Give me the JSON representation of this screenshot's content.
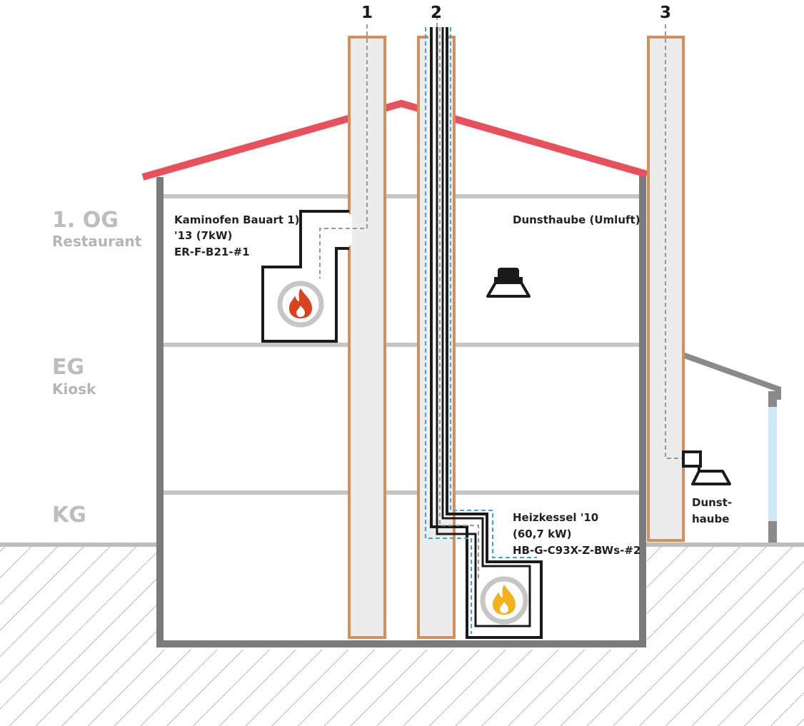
{
  "floors": {
    "og": {
      "name": "1. OG",
      "use": "Restaurant"
    },
    "eg": {
      "name": "EG",
      "use": "Kiosk"
    },
    "kg": {
      "name": "KG"
    }
  },
  "chimneys": [
    "1",
    "2",
    "3"
  ],
  "appliances": {
    "kaminofen": {
      "line1": "Kaminofen Bauart 1)",
      "line2": "'13 (7kW)",
      "line3": "ER-F-B21-#1"
    },
    "dunsthaube_og": {
      "line1": "Dunsthaube (Umluft)"
    },
    "heizkessel": {
      "line1": "Heizkessel '10",
      "line2": "(60,7 kW)",
      "line3": "HB-G-C93X-Z-BWs-#2"
    },
    "dunsthaube_annex": {
      "line1": "Dunst-",
      "line2": "haube"
    }
  },
  "icons": [
    "fire-icon",
    "flame-icon",
    "extractor-hood-icon"
  ],
  "colors": {
    "roof": "#e8505b",
    "wall": "#7b7b7b",
    "floor_slab": "#c6c6c6",
    "chimney_fill": "#ececec",
    "chimney_outline": "#d48f5b",
    "flue_dash": "#9a9a9a",
    "liner_dash": "#3aa6dd",
    "stove_flame": "#d8431e",
    "boiler_flame": "#f3b21b",
    "ground_hatch": "#9a9a9a",
    "downpipe": "#cfe8f8"
  }
}
